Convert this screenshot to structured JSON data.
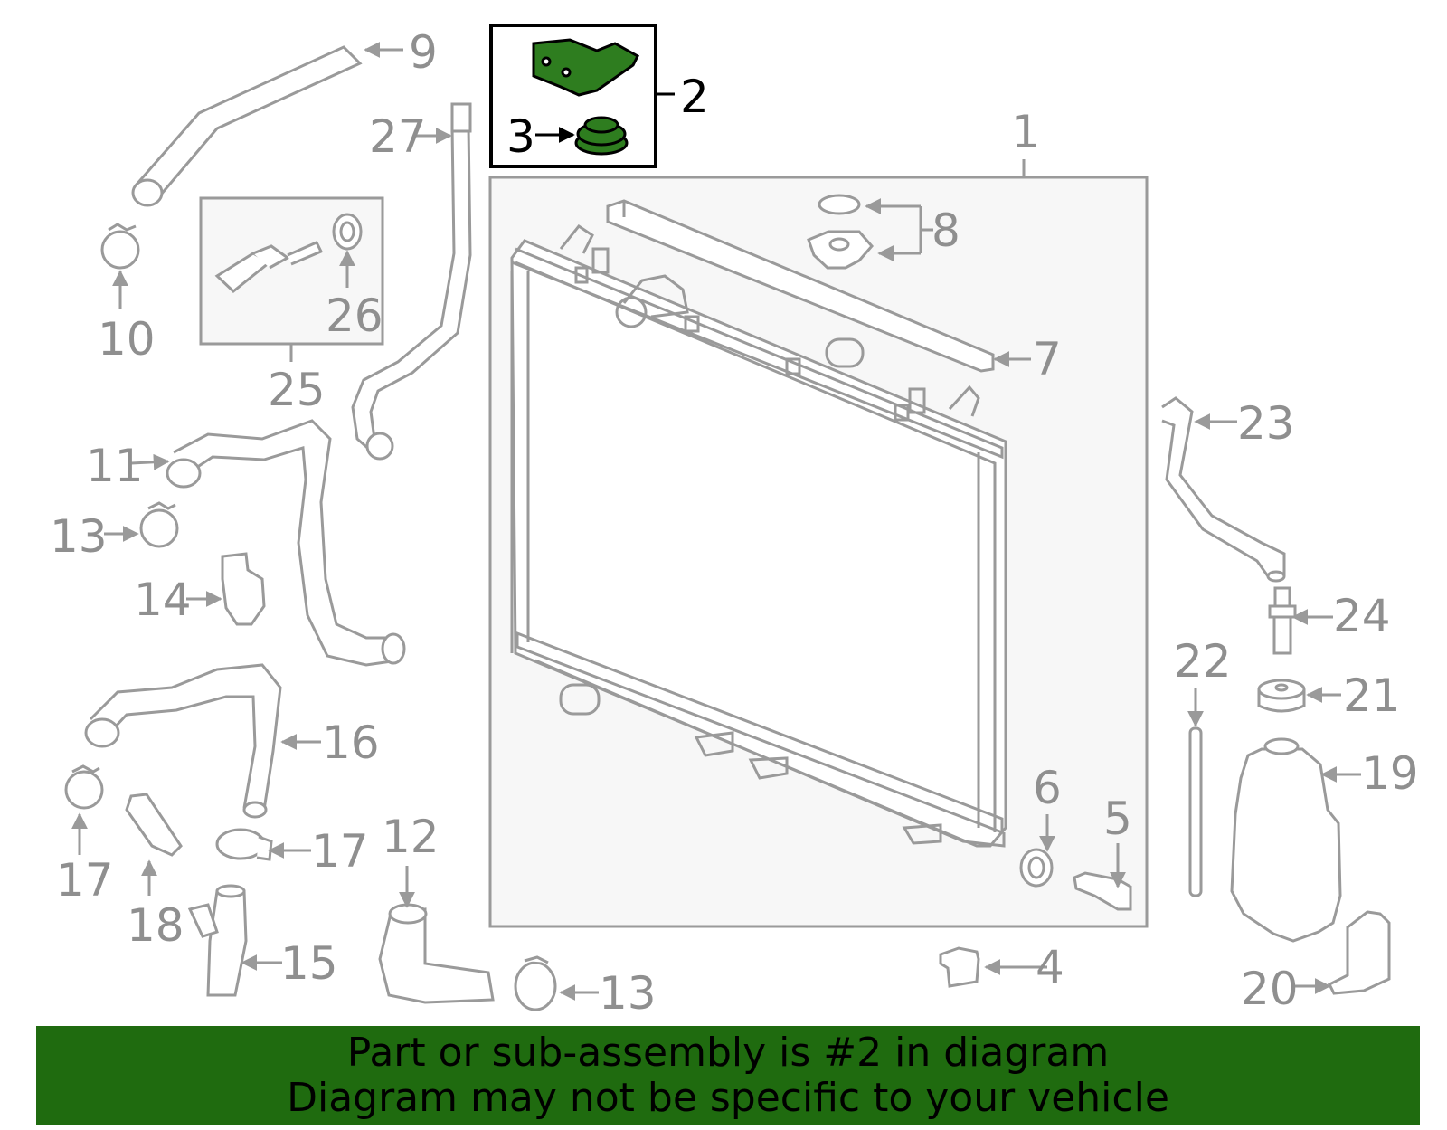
{
  "colors": {
    "gray_line": "#9a9a9a",
    "highlight_green": "#2e7d1f",
    "banner_green": "#1f6b0f",
    "callout_text_gray": "#8f8f8f",
    "panel_fill": "#f7f7f7"
  },
  "callouts": {
    "c1": "1",
    "c2": "2",
    "c3": "3",
    "c4": "4",
    "c5": "5",
    "c6": "6",
    "c7": "7",
    "c8": "8",
    "c9": "9",
    "c10": "10",
    "c11": "11",
    "c12": "12",
    "c13a": "13",
    "c13b": "13",
    "c14": "14",
    "c15": "15",
    "c16": "16",
    "c17a": "17",
    "c17b": "17",
    "c18": "18",
    "c19": "19",
    "c20": "20",
    "c21": "21",
    "c22": "22",
    "c23": "23",
    "c24": "24",
    "c25": "25",
    "c26": "26",
    "c27": "27"
  },
  "banner": {
    "line1": "Part or sub-assembly is #2 in diagram",
    "line2": "Diagram may not be specific to your vehicle"
  }
}
